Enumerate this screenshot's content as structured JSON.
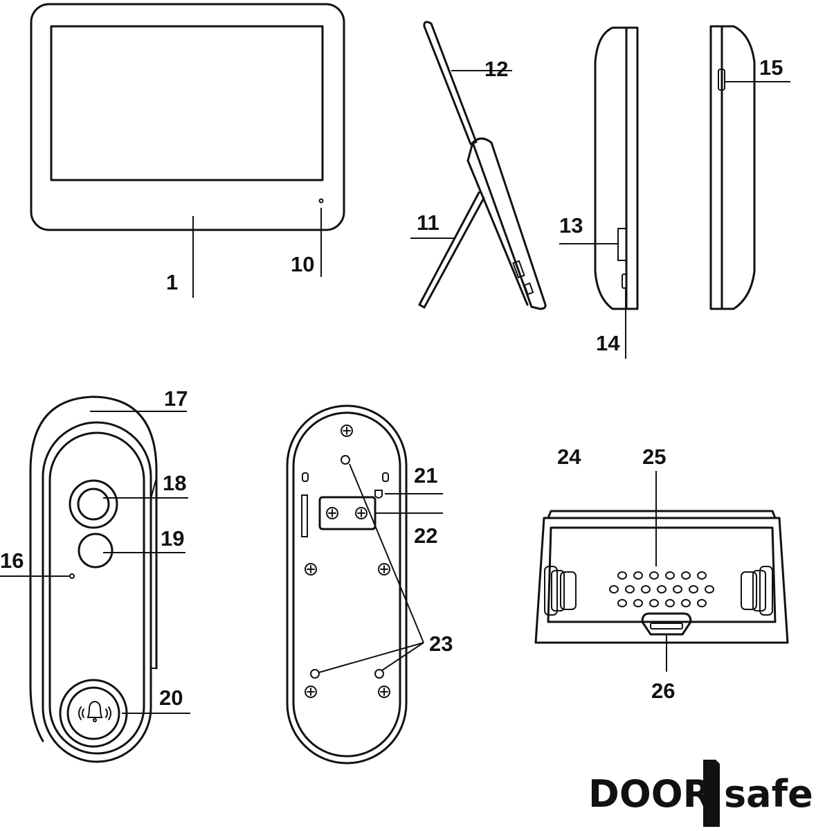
{
  "callouts": {
    "c1": "1",
    "c10": "10",
    "c11": "11",
    "c12": "12",
    "c13": "13",
    "c14": "14",
    "c15": "15",
    "c16": "16",
    "c17": "17",
    "c18": "18",
    "c19": "19",
    "c20": "20",
    "c21": "21",
    "c22": "22",
    "c23": "23",
    "c24": "24",
    "c25": "25",
    "c26": "26"
  },
  "brand": {
    "left": "DOOR",
    "right": "safe"
  },
  "icons": [
    "bell-icon",
    "screw-icon",
    "speaker-grille-icon",
    "micro-usb-port-icon"
  ]
}
